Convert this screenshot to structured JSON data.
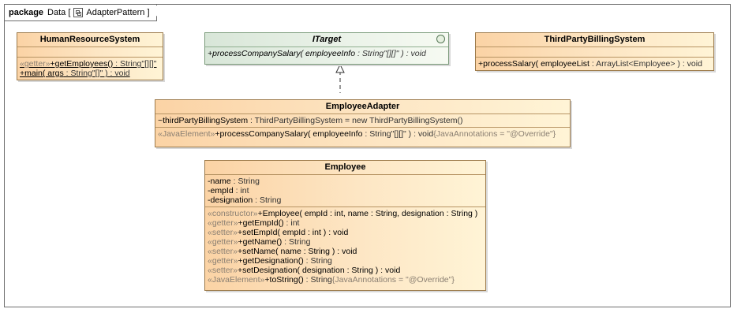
{
  "frame": {
    "keyword": "package",
    "name": "Data",
    "diagram_icon": "class-diagram-icon",
    "diagram_name": "AdapterPattern"
  },
  "human_resource_system": {
    "name": "HumanResourceSystem",
    "operations": [
      {
        "stereotype": "«getter»",
        "signature": "+getEmployees()",
        "type": " : String\"[][]\""
      },
      {
        "stereotype": "",
        "signature": "+main( args",
        "type": " : String\"[]\" ) : void"
      }
    ]
  },
  "itarget": {
    "name": "ITarget",
    "icon": "interface-icon",
    "operations": [
      {
        "signature": "+processCompanySalary( employeeInfo",
        "type": " : String\"[][]\"  ) : void"
      }
    ]
  },
  "third_party_billing_system": {
    "name": "ThirdPartyBillingSystem",
    "operations": [
      {
        "signature": "+processSalary( employeeList",
        "type": " : ArrayList<Employee> ) : void"
      }
    ]
  },
  "employee_adapter": {
    "name": "EmployeeAdapter",
    "attributes": [
      {
        "signature": "~thirdPartyBillingSystem",
        "type": " : ThirdPartyBillingSystem = new ThirdPartyBillingSystem()"
      }
    ],
    "operations": [
      {
        "stereotype": "«JavaElement»",
        "signature": "+processCompanySalary( employeeInfo",
        "type": " : String\"[][]\" ) : void",
        "annotation": "{JavaAnnotations = \"@Override\"}"
      }
    ]
  },
  "employee": {
    "name": "Employee",
    "attributes": [
      {
        "signature": "-name",
        "type": " : String"
      },
      {
        "signature": "-empId",
        "type": " : int"
      },
      {
        "signature": "-designation",
        "type": " : String"
      }
    ],
    "operations": [
      {
        "stereotype": "«constructor»",
        "signature": "+Employee( empId : int, name : String, designation : String )",
        "type": "",
        "annotation": ""
      },
      {
        "stereotype": "«getter»",
        "signature": "+getEmpId()",
        "type": " : int",
        "annotation": ""
      },
      {
        "stereotype": "«setter»",
        "signature": "+setEmpId( empId : int ) : void",
        "type": "",
        "annotation": ""
      },
      {
        "stereotype": "«getter»",
        "signature": "+getName()",
        "type": " : String",
        "annotation": ""
      },
      {
        "stereotype": "«setter»",
        "signature": "+setName( name : String ) : void",
        "type": "",
        "annotation": ""
      },
      {
        "stereotype": "«getter»",
        "signature": "+getDesignation()",
        "type": " : String",
        "annotation": ""
      },
      {
        "stereotype": "«setter»",
        "signature": "+setDesignation( designation : String ) : void",
        "type": "",
        "annotation": ""
      },
      {
        "stereotype": "«JavaElement»",
        "signature": "+toString()",
        "type": " : String",
        "annotation": "{JavaAnnotations = \"@Override\"}"
      }
    ]
  },
  "relations": [
    {
      "type": "realization",
      "from": "EmployeeAdapter",
      "to": "ITarget"
    }
  ],
  "colors": {
    "class_fill_left": "#fbd3a5",
    "class_fill_right": "#fff4d6",
    "interface_fill": "#eaf2e8",
    "border": "#9c7a4a",
    "stereotype_text": "#8a7f72"
  }
}
